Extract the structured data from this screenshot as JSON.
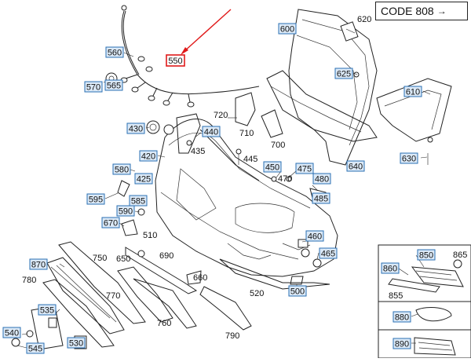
{
  "diagram": {
    "code_label": "CODE 808",
    "arrow_glyph": "→",
    "highlighted_label": "550",
    "boxed_labels": [
      "600",
      "560",
      "570",
      "565",
      "550",
      "625",
      "610",
      "430",
      "440",
      "420",
      "580",
      "425",
      "595",
      "590",
      "585",
      "450",
      "475",
      "480",
      "485",
      "670",
      "630",
      "640",
      "870",
      "460",
      "465",
      "535",
      "540",
      "545",
      "530",
      "500",
      "860",
      "850",
      "880",
      "890"
    ],
    "plain_labels": [
      "620",
      "720",
      "710",
      "700",
      "435",
      "445",
      "470",
      "510",
      "690",
      "650",
      "660",
      "750",
      "780",
      "770",
      "520",
      "760",
      "790",
      "855",
      "865"
    ]
  },
  "colors": {
    "box_fill": "#dbe9f7",
    "box_stroke": "#2a6fb3",
    "highlight": "#e01a1a"
  }
}
